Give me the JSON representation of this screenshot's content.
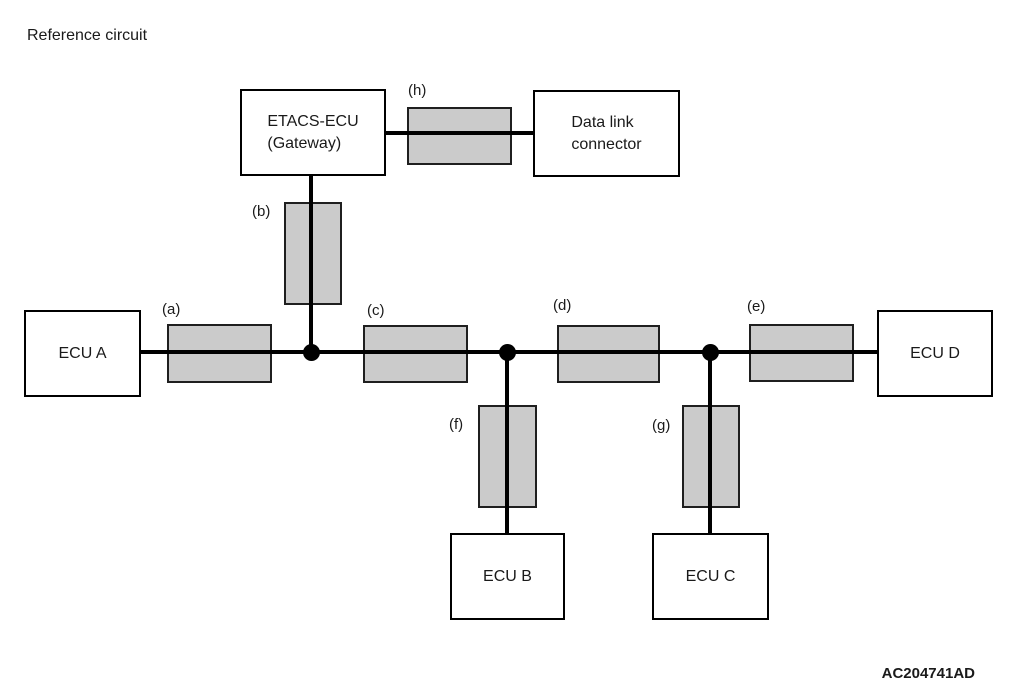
{
  "title": "Reference circuit",
  "watermark": "AC204741AD",
  "nodes": {
    "etacs": {
      "label_line1": "ETACS-ECU",
      "label_line2": "(Gateway)"
    },
    "dlc": {
      "label_line1": "Data link",
      "label_line2": "connector"
    },
    "ecu_a": {
      "label": "ECU A"
    },
    "ecu_b": {
      "label": "ECU B"
    },
    "ecu_c": {
      "label": "ECU C"
    },
    "ecu_d": {
      "label": "ECU D"
    }
  },
  "segments": {
    "a": {
      "label": "(a)"
    },
    "b": {
      "label": "(b)"
    },
    "c": {
      "label": "(c)"
    },
    "d": {
      "label": "(d)"
    },
    "e": {
      "label": "(e)"
    },
    "f": {
      "label": "(f)"
    },
    "g": {
      "label": "(g)"
    },
    "h": {
      "label": "(h)"
    }
  },
  "colors": {
    "background": "#ffffff",
    "text": "#1a1a1a",
    "line_color": "#000000",
    "box_border": "#000000",
    "segment_fill": "#cbcbcb",
    "segment_border": "#1f1f1f"
  }
}
